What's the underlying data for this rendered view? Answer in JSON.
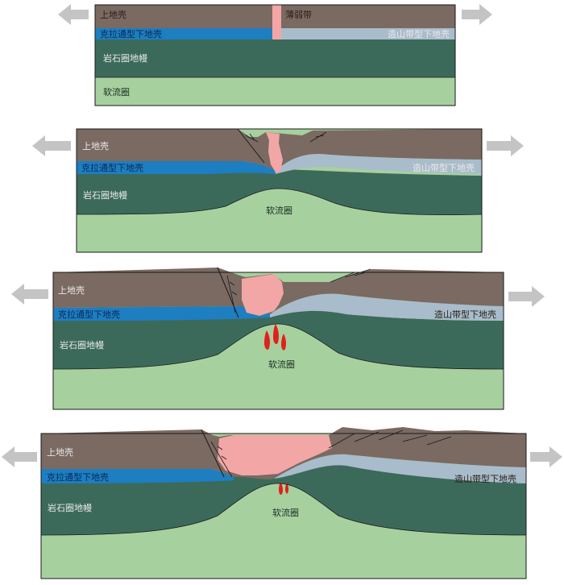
{
  "colors": {
    "upper_crust": "#7a6a62",
    "craton_lower_crust": "#1d7ec2",
    "orogen_lower_crust": "#a9bccb",
    "lithospheric_mantle": "#3c6a5a",
    "asthenosphere": "#a7d09f",
    "weak_zone": "#f2a6a6",
    "magma": "#e0201a",
    "arrow": "#c4c4c4",
    "outline": "#1a1a1a"
  },
  "panels": [
    {
      "id": "stage-1",
      "labels": {
        "upper_crust": "上地壳",
        "craton_lower_crust": "克拉通型下地壳",
        "orogen_lower_crust": "造山带型下地壳",
        "lithospheric_mantle": "岩石圈地幔",
        "asthenosphere": "软流圈",
        "weak_zone": "薄弱带"
      }
    },
    {
      "id": "stage-2",
      "labels": {
        "upper_crust": "上地壳",
        "craton_lower_crust": "克拉通型下地壳",
        "orogen_lower_crust": "造山带型下地壳",
        "lithospheric_mantle": "岩石圈地幔",
        "asthenosphere": "软流圈"
      }
    },
    {
      "id": "stage-3",
      "labels": {
        "upper_crust": "上地壳",
        "craton_lower_crust": "克拉通型下地壳",
        "orogen_lower_crust": "造山带型下地壳",
        "lithospheric_mantle": "岩石圈地幔",
        "asthenosphere": "软流圈"
      }
    },
    {
      "id": "stage-4",
      "labels": {
        "upper_crust": "上地壳",
        "craton_lower_crust": "克拉通型下地壳",
        "orogen_lower_crust": "造山带型下地壳",
        "lithospheric_mantle": "岩石圈地幔",
        "asthenosphere": "软流圈"
      }
    }
  ]
}
